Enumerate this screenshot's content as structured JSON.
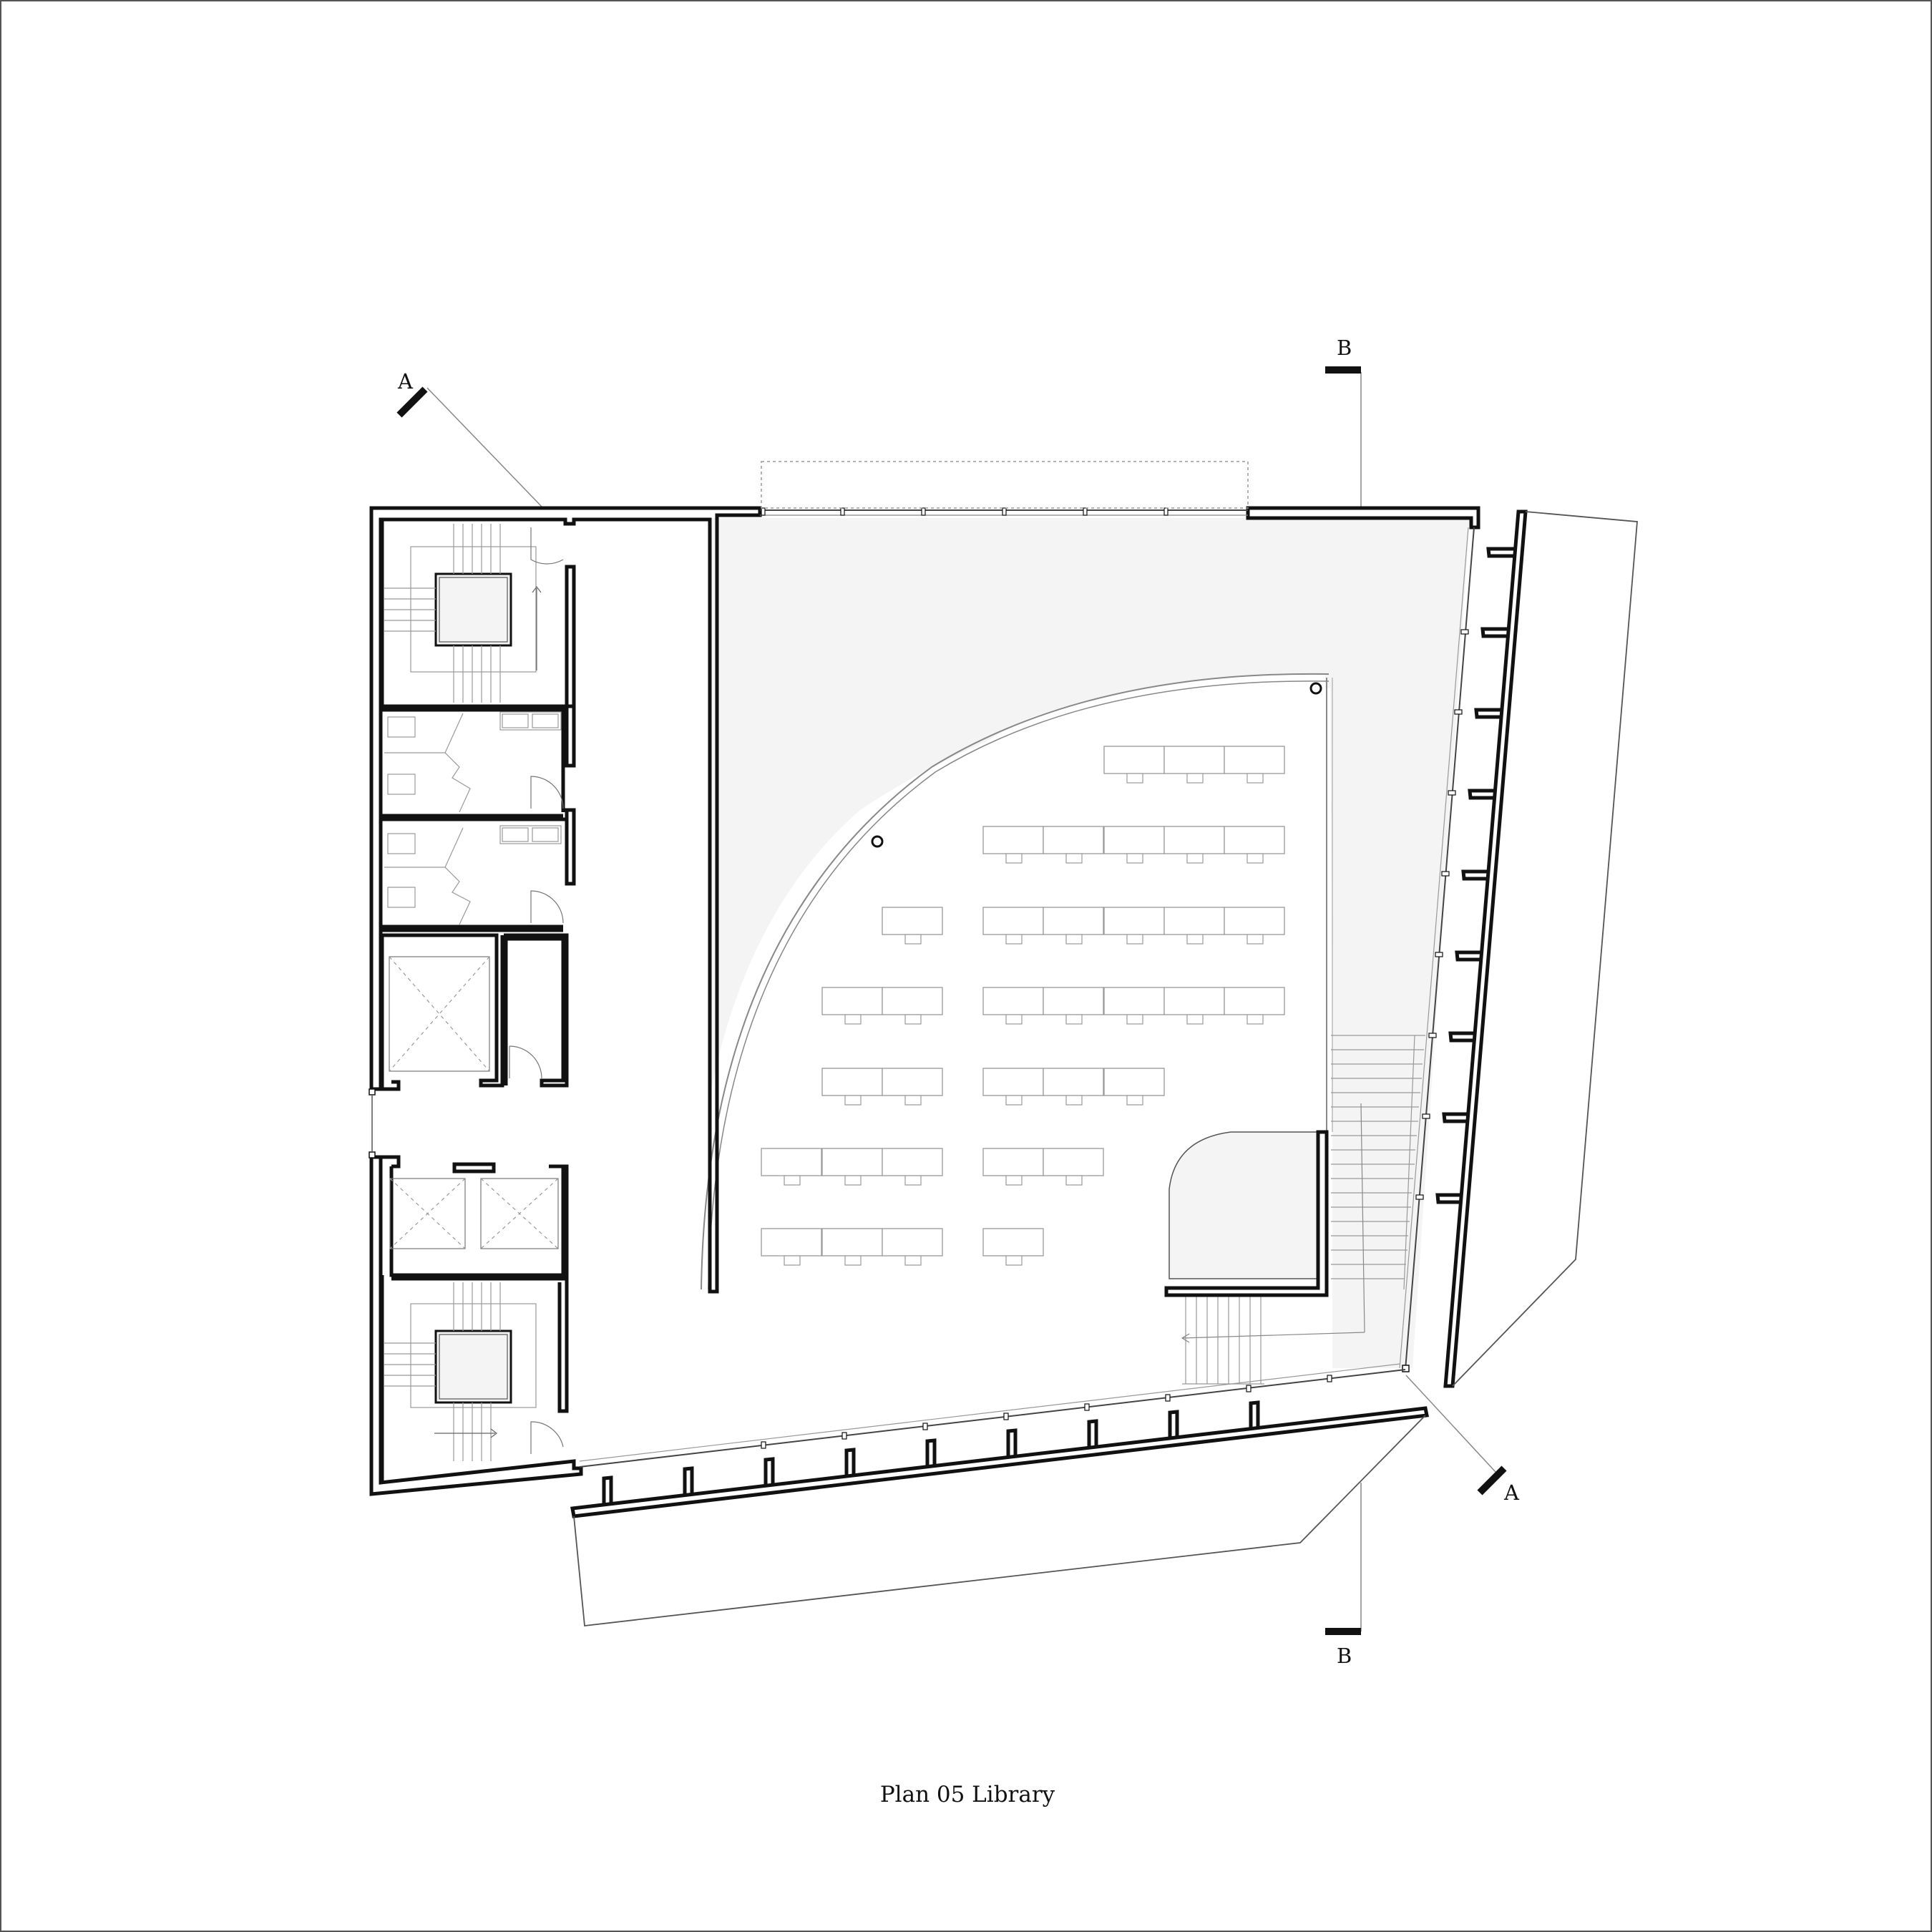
{
  "caption": "Plan 05 Library",
  "section_markers": {
    "a_top": "A",
    "a_bottom": "A",
    "b_top": "B",
    "b_bottom": "B"
  },
  "colors": {
    "line": "#111111",
    "thin_line": "#888888",
    "fill": "#f4f4f4",
    "background": "#ffffff"
  }
}
